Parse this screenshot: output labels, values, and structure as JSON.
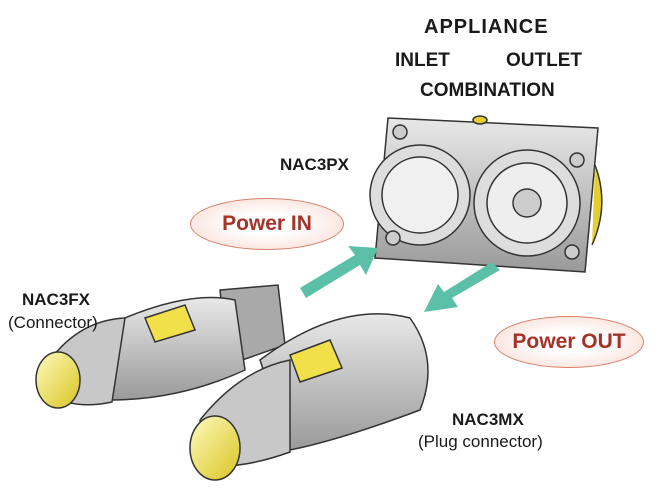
{
  "title": {
    "line1": "APPLIANCE",
    "inlet": "INLET",
    "outlet": "OUTLET",
    "line3": "COMBINATION"
  },
  "appliance": {
    "model": "NAC3PX"
  },
  "connector": {
    "model": "NAC3FX",
    "desc": "(Connector)"
  },
  "plug": {
    "model": "NAC3MX",
    "desc": "(Plug connector)"
  },
  "labels": {
    "power_in": "Power IN",
    "power_out": "Power OUT"
  },
  "colors": {
    "arrow": "#5cc0a8",
    "pill_text": "#a5332a",
    "pill_border": "#d9806c",
    "yellow": "#f2e04a",
    "metal": "#b9b9b9"
  }
}
